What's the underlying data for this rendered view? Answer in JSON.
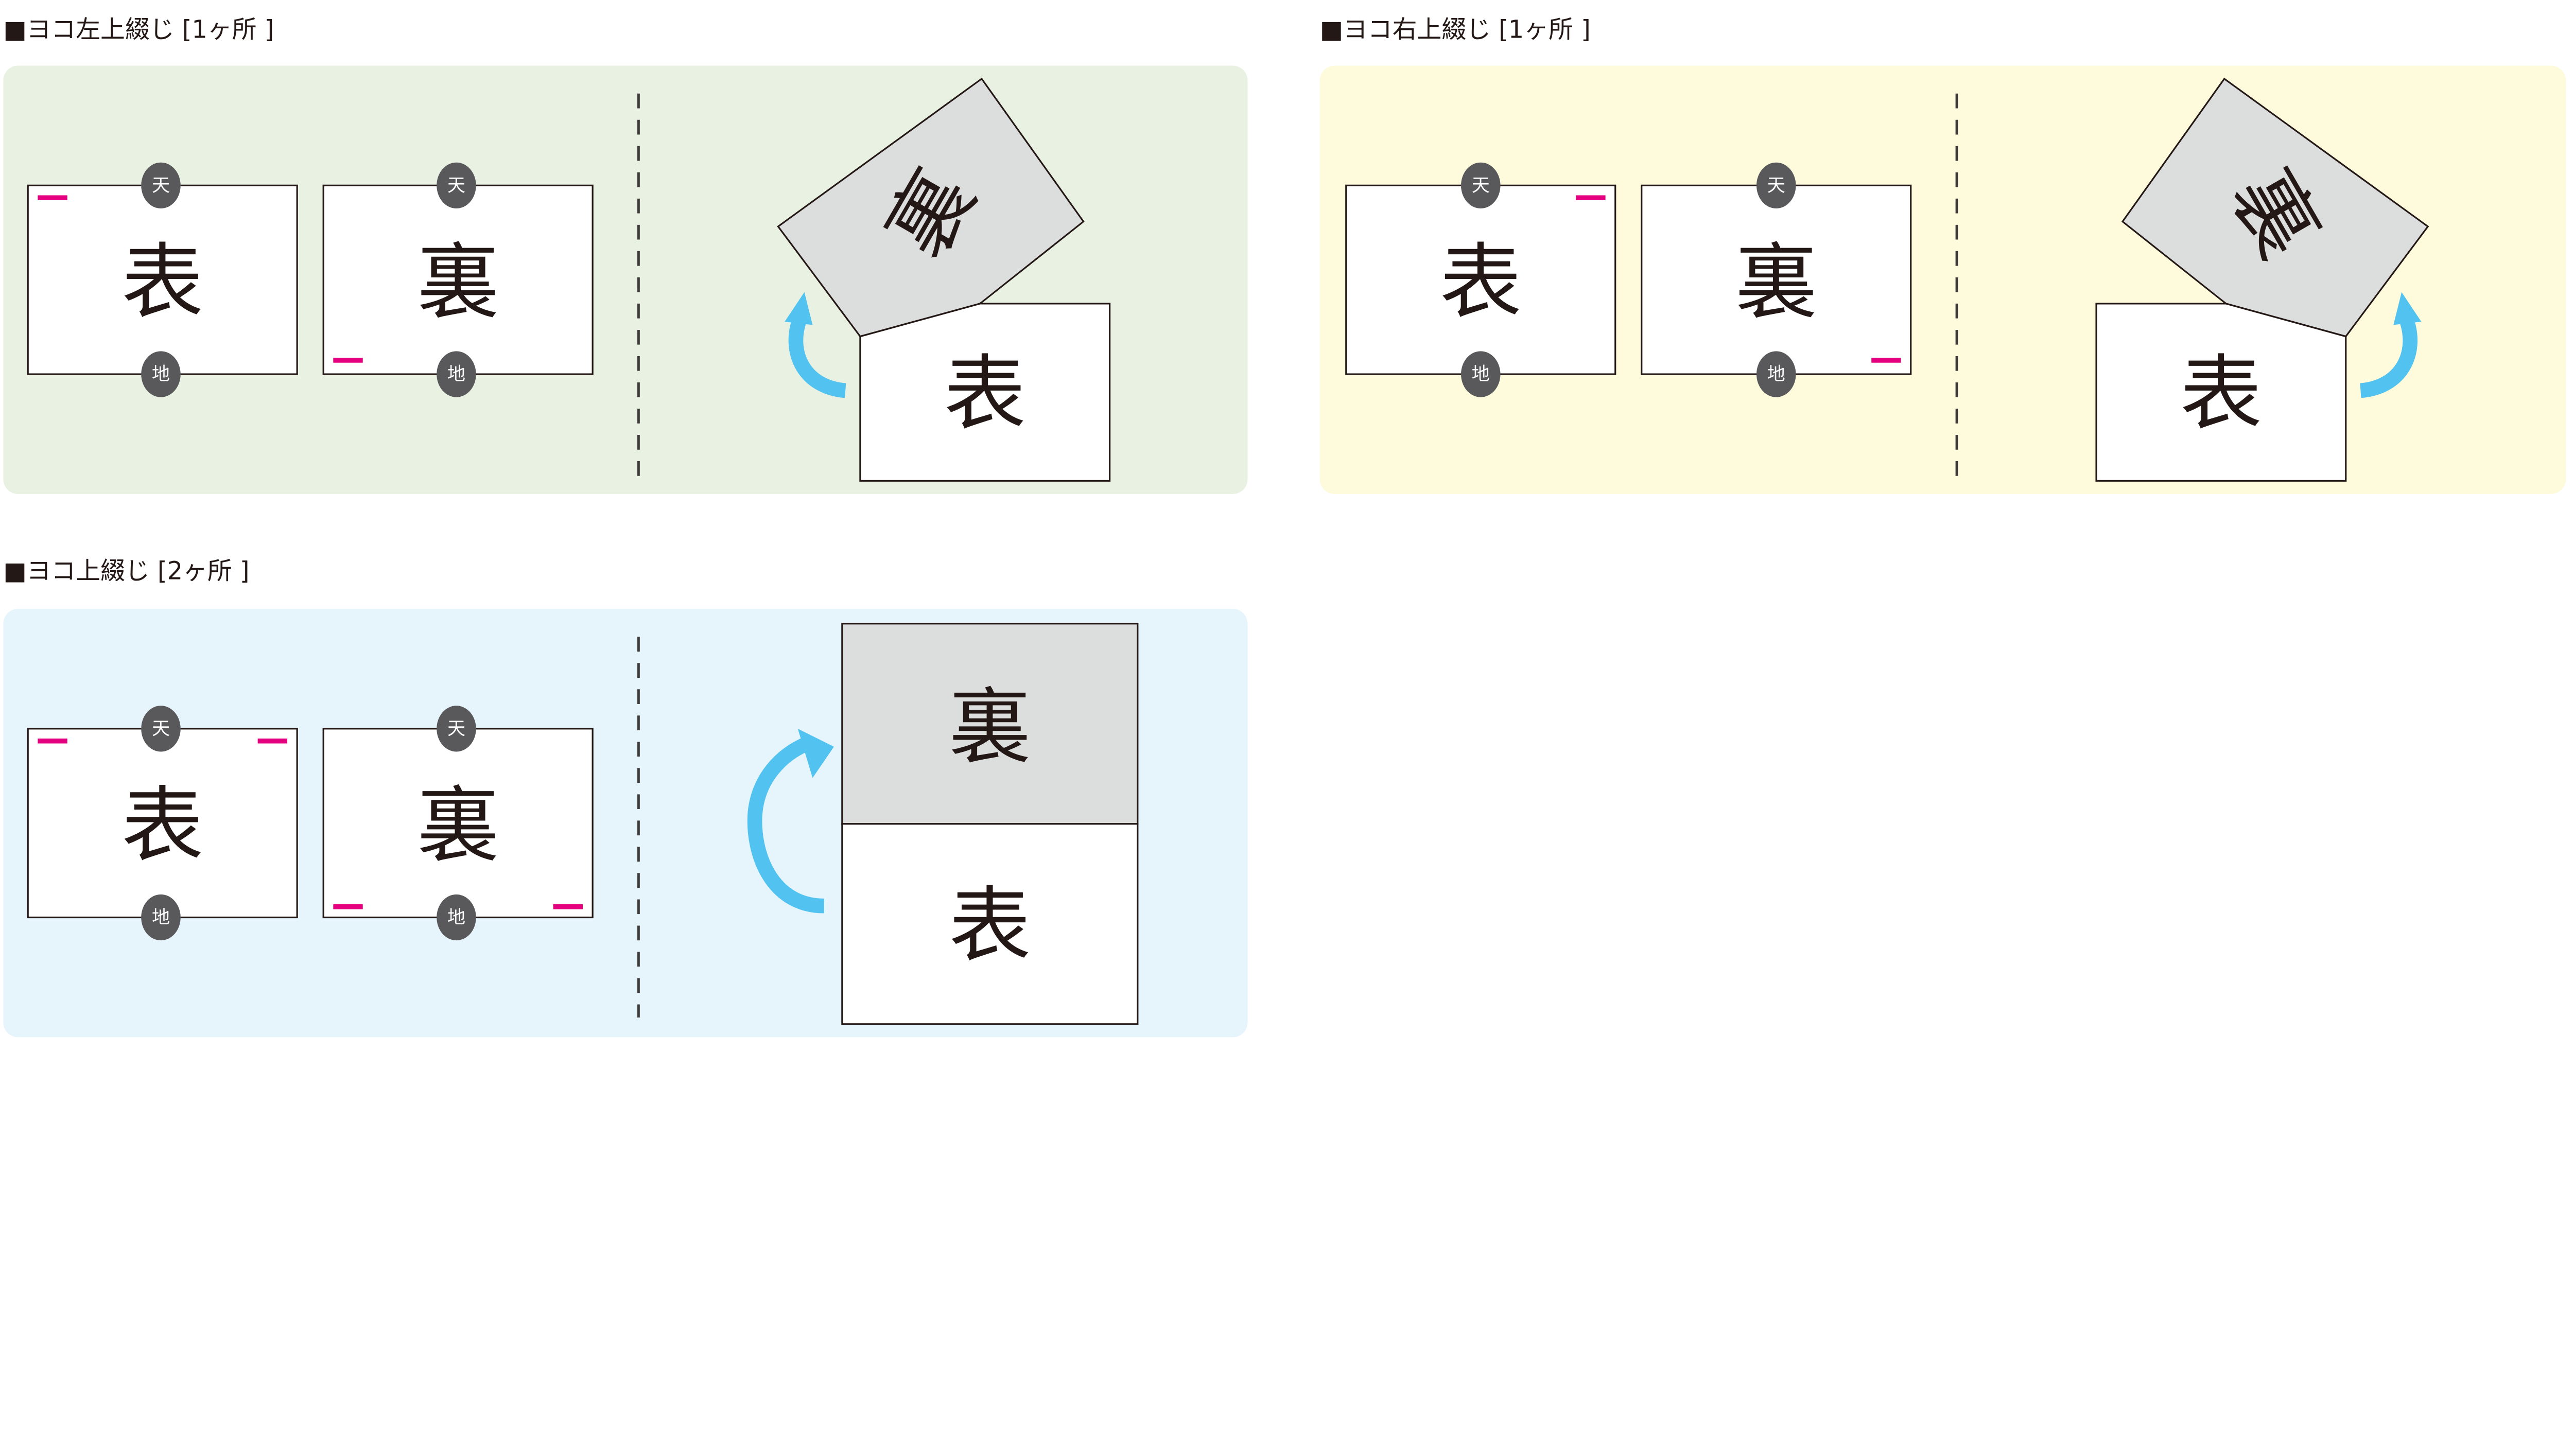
{
  "colors": {
    "panel_left_top": "#e9f2e2",
    "panel_right_top": "#fdfbdc",
    "panel_bottom": "#e6f4fc",
    "mark": "#e4007f",
    "arrow": "#52c3f0",
    "back_sheet": "#dcdddd",
    "badge": "#59595b"
  },
  "labels": {
    "front": "表",
    "back": "裏",
    "top": "天",
    "bottom": "地"
  },
  "sections": [
    {
      "title": "■ヨコ左上綴じ [1ヶ所 ]"
    },
    {
      "title": "■ヨコ右上綴じ [1ヶ所 ]"
    },
    {
      "title": "■ヨコ上綴じ [2ヶ所 ]"
    }
  ]
}
